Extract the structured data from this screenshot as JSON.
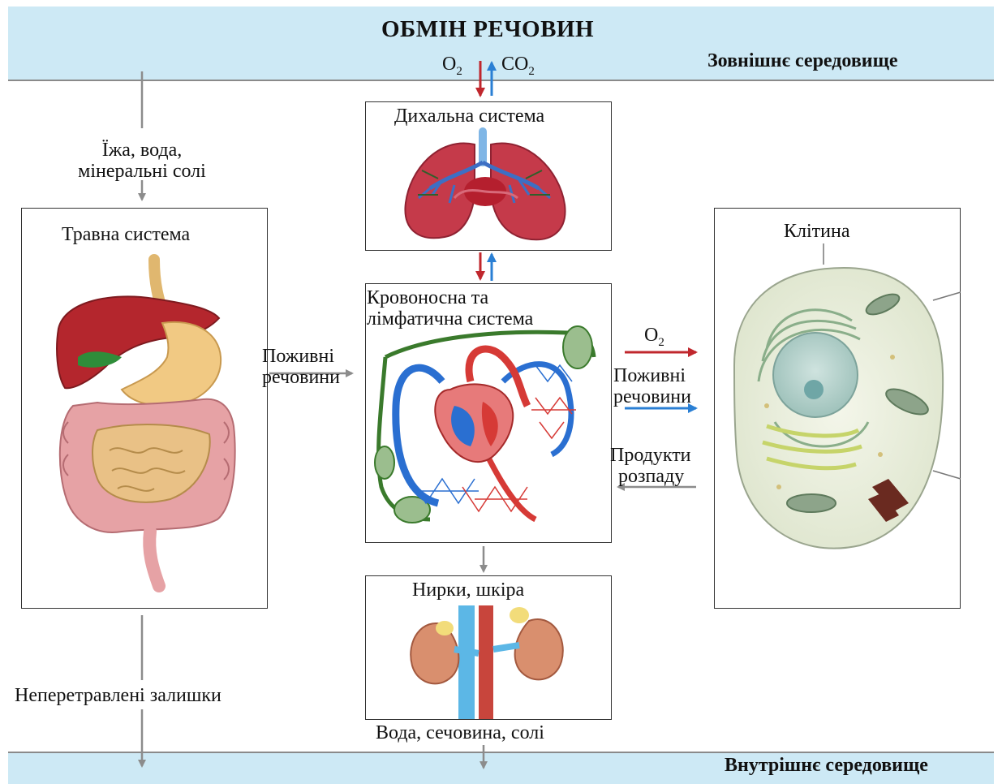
{
  "title": "ОБМІН РЕЧОВИН",
  "env_outer": "Зовнішнє середовище",
  "env_inner": "Внутрішнє середовище",
  "respiratory": {
    "label": "Дихальна система",
    "o2": "O",
    "o2_sub": "2",
    "co2": "CO",
    "co2_sub": "2"
  },
  "digestive": {
    "label": "Травна система",
    "input_line1": "Їжа, вода,",
    "input_line2": "мінеральні солі",
    "output": "Неперетравлені залишки"
  },
  "nutrients_left": {
    "line1": "Поживні",
    "line2": "речовини"
  },
  "circulatory": {
    "line1": "Кровоносна та",
    "line2": "лімфатична система"
  },
  "cell": {
    "label": "Клітина",
    "o2": "O",
    "o2_sub": "2",
    "nutrients_line1": "Поживні",
    "nutrients_line2": "речовини",
    "waste_line1": "Продукти",
    "waste_line2": "розпаду"
  },
  "excretory": {
    "label": "Нирки, шкіра",
    "output": "Вода, сечовина, солі"
  },
  "colors": {
    "band": "#cde9f5",
    "red_arrow": "#c0272d",
    "blue_arrow": "#2a7fd4",
    "grey_arrow": "#8c8c8c"
  }
}
